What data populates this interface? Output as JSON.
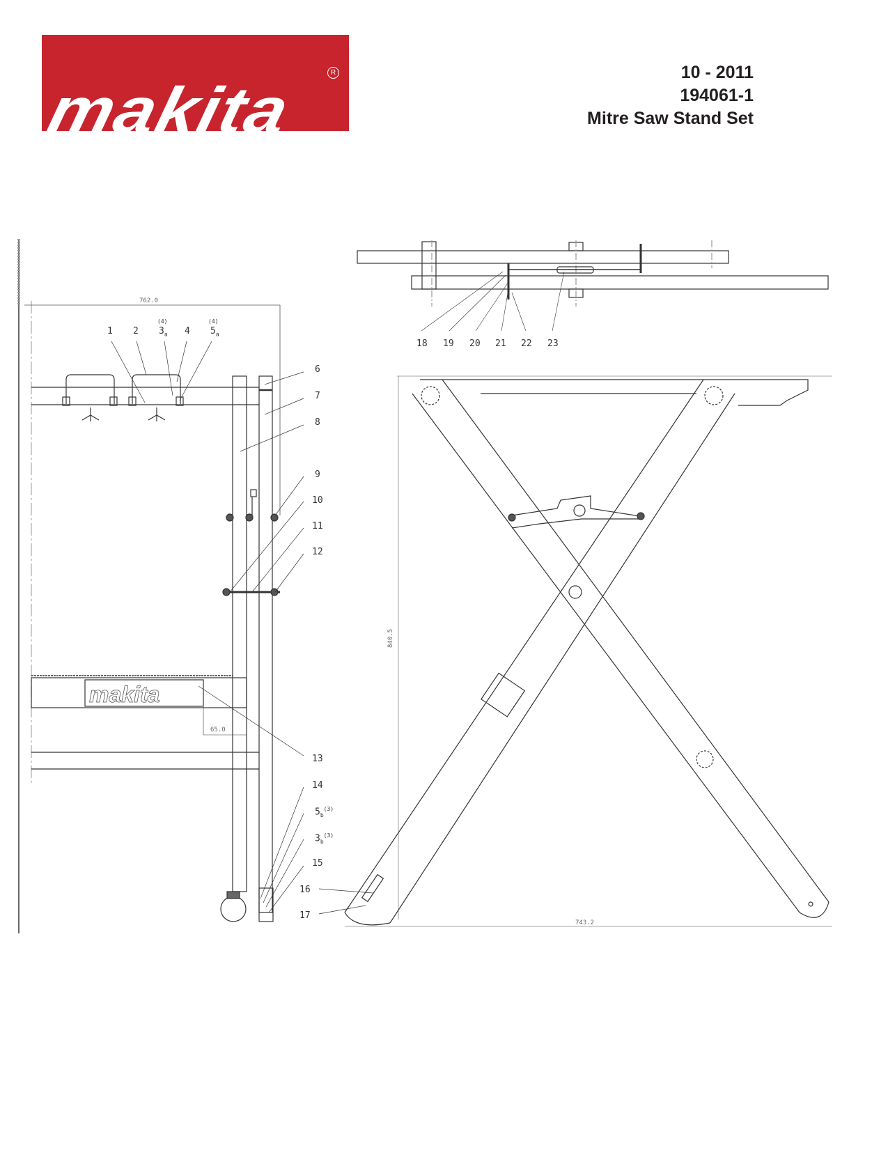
{
  "brand": {
    "name": "makita",
    "registered_mark": "R",
    "logo_bg_color": "#c8242e",
    "logo_text_color": "#ffffff"
  },
  "header": {
    "date": "10 - 2011",
    "part_number": "194061-1",
    "title": "Mitre Saw Stand Set"
  },
  "dimensions": {
    "width_side": "762.0",
    "offset_logo": "65.0",
    "height_front": "840.5",
    "width_front": "743.2"
  },
  "callouts_side_top": [
    {
      "num": "1",
      "qty": ""
    },
    {
      "num": "2",
      "qty": ""
    },
    {
      "num": "3",
      "sub": "a",
      "qty": "(4)"
    },
    {
      "num": "4",
      "qty": ""
    },
    {
      "num": "5",
      "sub": "a",
      "qty": "(4)"
    }
  ],
  "callouts_side_right": [
    {
      "num": "6"
    },
    {
      "num": "7"
    },
    {
      "num": "8"
    },
    {
      "num": "9"
    },
    {
      "num": "10"
    },
    {
      "num": "11"
    },
    {
      "num": "12"
    },
    {
      "num": "13"
    },
    {
      "num": "14"
    },
    {
      "num": "5",
      "sub": "b",
      "qty": "(3)"
    },
    {
      "num": "3",
      "sub": "b",
      "qty": "(3)"
    },
    {
      "num": "15"
    },
    {
      "num": "16"
    },
    {
      "num": "17"
    }
  ],
  "callouts_top_view": [
    "18",
    "19",
    "20",
    "21",
    "22",
    "23"
  ],
  "bar_logo_text": "makita"
}
